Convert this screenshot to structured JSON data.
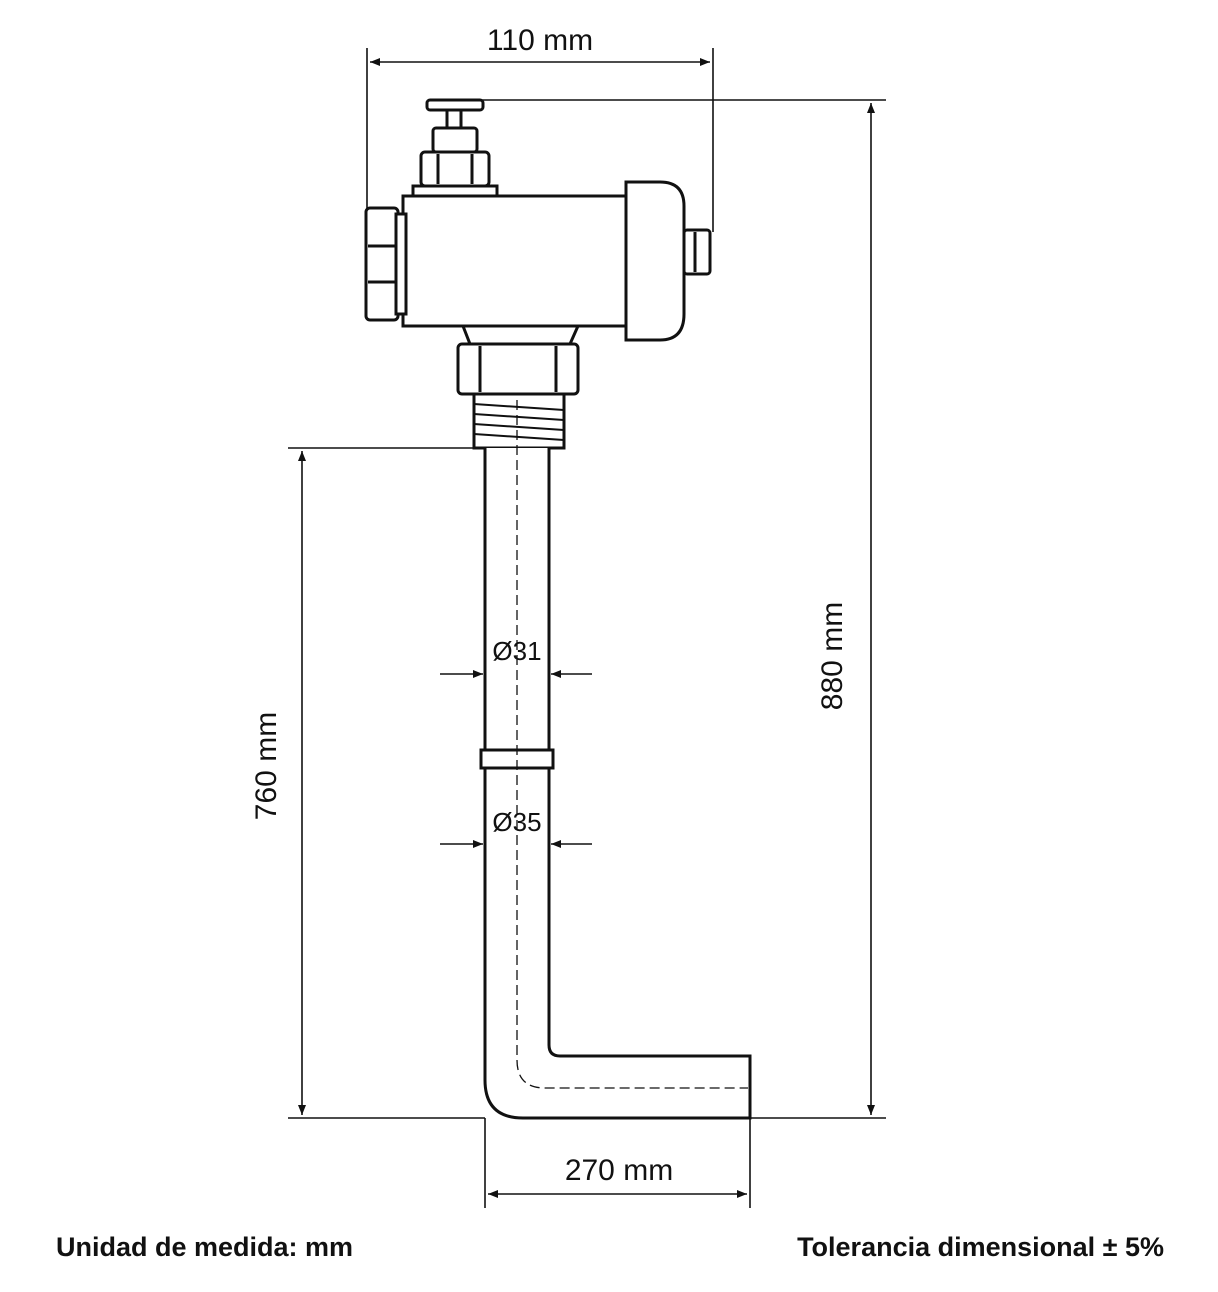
{
  "dimensions": {
    "top_width": "110 mm",
    "total_height": "880 mm",
    "pipe_height": "760 mm",
    "bottom_width": "270 mm",
    "upper_pipe_diameter": "Ø31",
    "lower_pipe_diameter": "Ø35"
  },
  "footer": {
    "unit_note": "Unidad de medida: mm",
    "tolerance_note": "Tolerancia dimensional ± 5%"
  },
  "colors": {
    "line": "#111111",
    "background": "#ffffff"
  }
}
